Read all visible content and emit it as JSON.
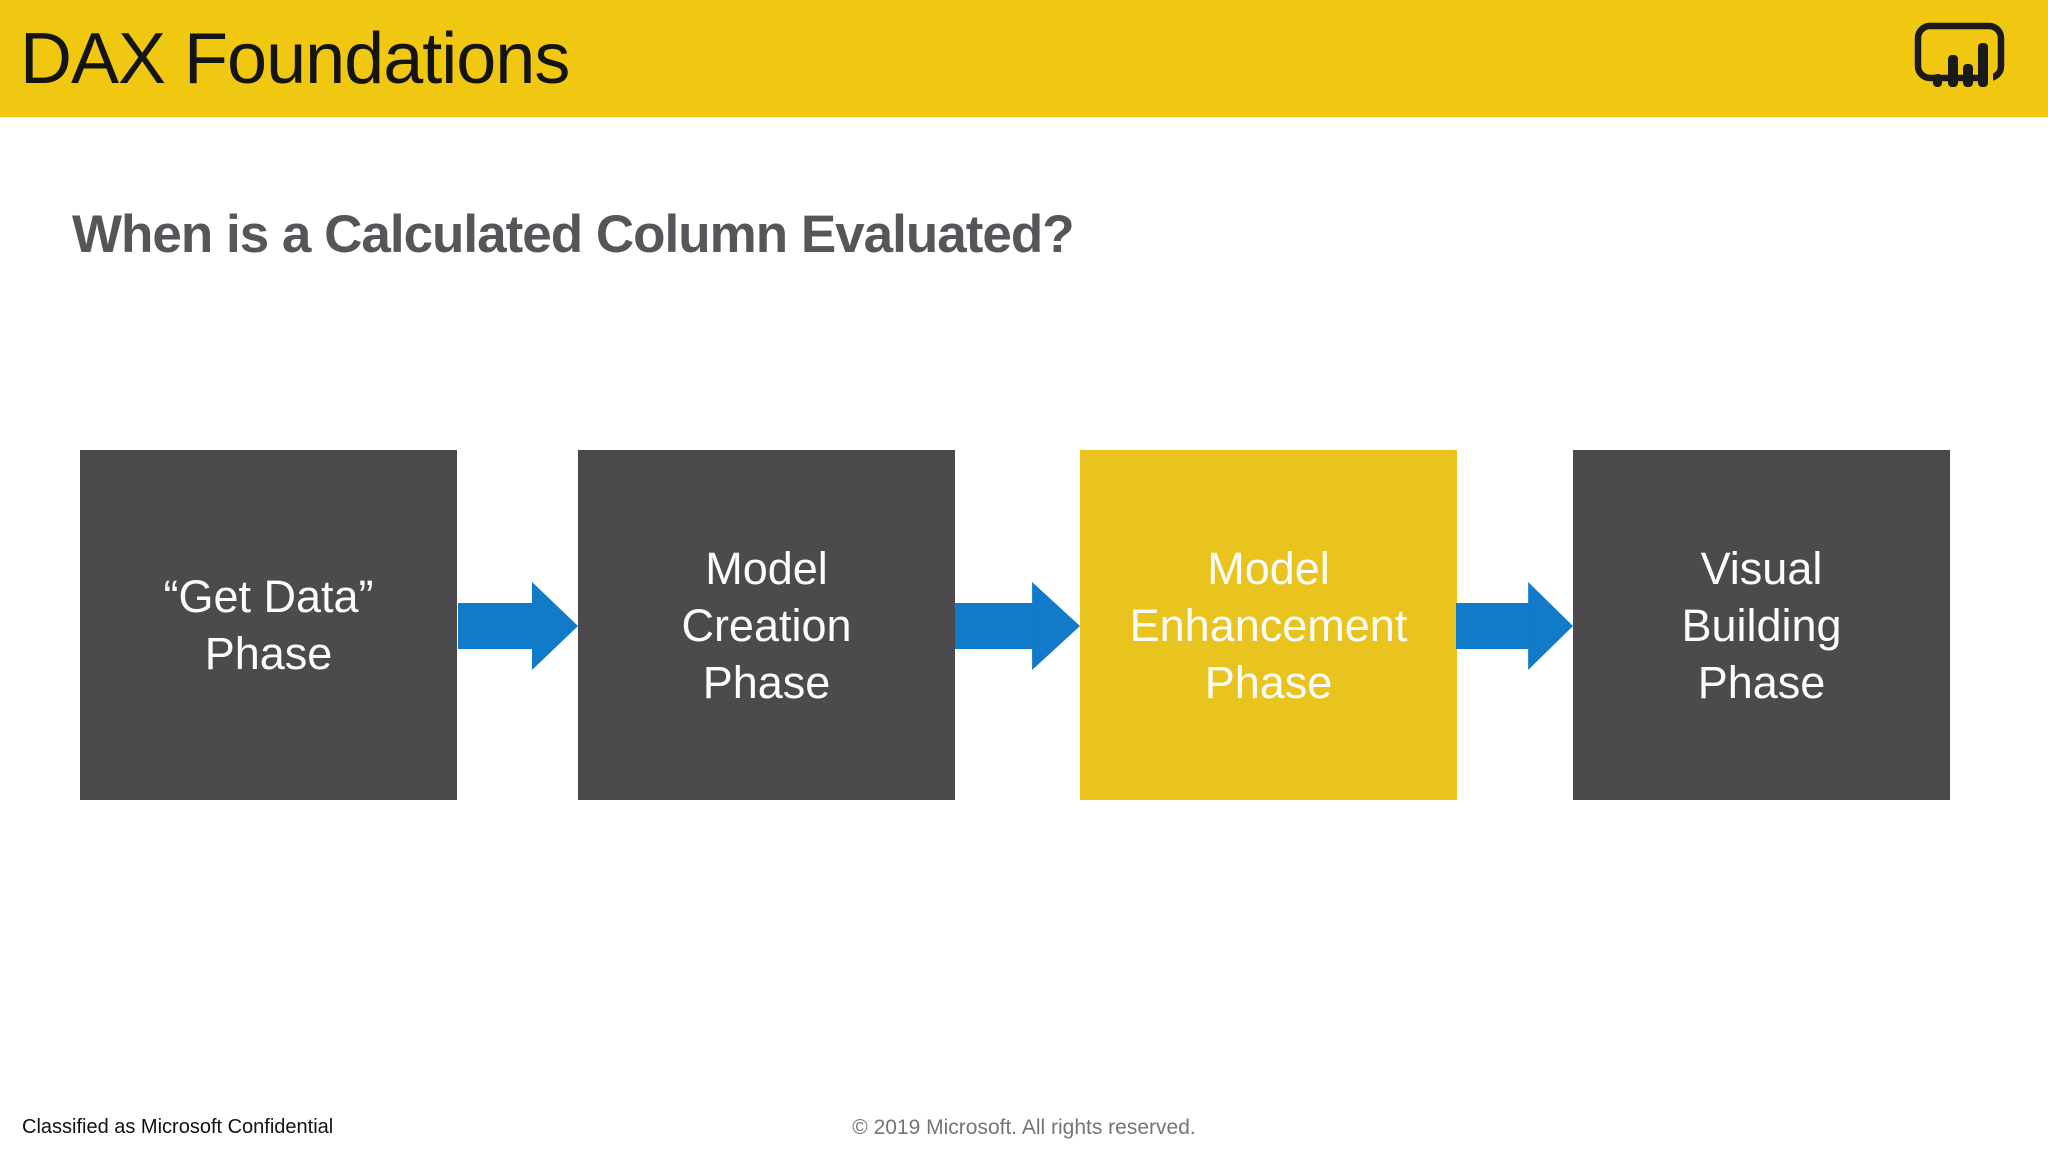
{
  "header": {
    "title": "DAX Foundations",
    "logo": "power-bi-icon"
  },
  "slide": {
    "heading": "When is a Calculated Column Evaluated?"
  },
  "flow": {
    "steps": [
      {
        "name": "get-data-phase",
        "lines": [
          "“Get Data”",
          "Phase"
        ],
        "highlighted": false
      },
      {
        "name": "model-creation-phase",
        "lines": [
          "Model",
          "Creation",
          "Phase"
        ],
        "highlighted": false
      },
      {
        "name": "model-enhancement-phase",
        "lines": [
          "Model",
          "Enhancement",
          "Phase"
        ],
        "highlighted": true
      },
      {
        "name": "visual-building-phase",
        "lines": [
          "Visual",
          "Building",
          "Phase"
        ],
        "highlighted": false
      }
    ]
  },
  "footer": {
    "classification": "Classified as Microsoft Confidential",
    "copyright": "© 2019 Microsoft. All rights reserved."
  },
  "colors": {
    "header_bg": "#F0C811",
    "step_bg": "#4D4A4D",
    "step_highlight_bg": "#E9C31E",
    "arrow": "#117AC9",
    "heading_text": "#565559",
    "step_text": "#FCFCFC",
    "footer_left_text": "#111111",
    "footer_center_text": "#757575"
  }
}
